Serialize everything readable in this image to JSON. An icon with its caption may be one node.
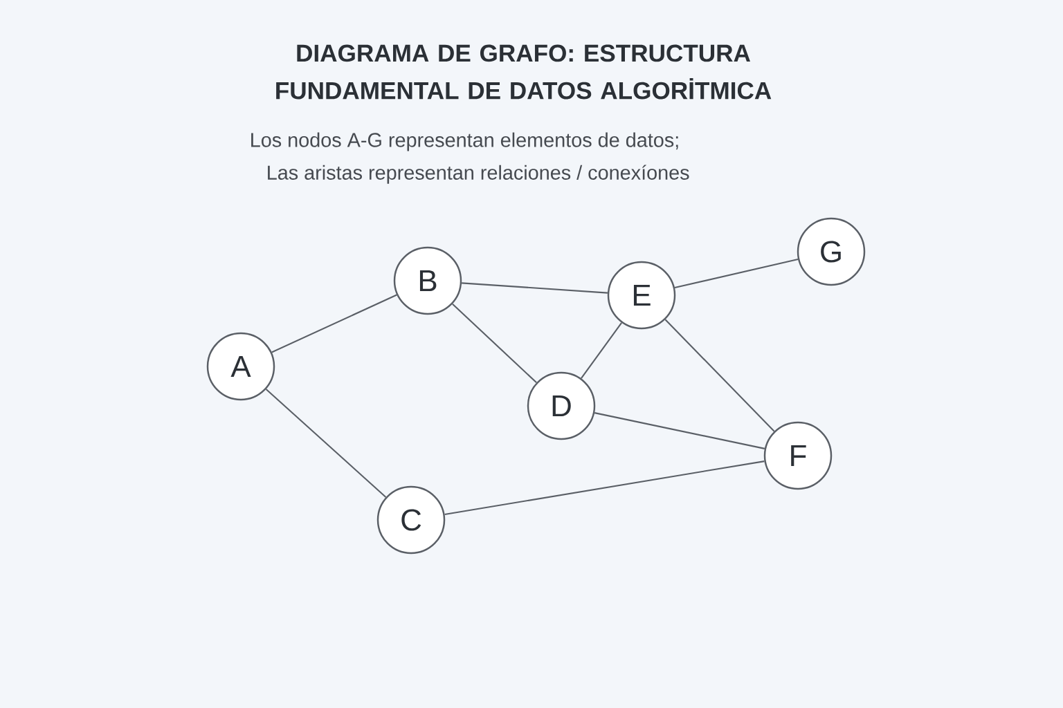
{
  "diagram": {
    "title": "DIAGRAMA DE GRAFO: ESTRUCTURA FUNDAMENTAL DE DATOS ALGORİTMICA",
    "nodes": [
      {
        "text": [
          "A"
        ]
      },
      {
        "text": [
          "B"
        ]
      },
      {
        "text": [
          "C"
        ]
      },
      {
        "text": [
          "D"
        ]
      },
      {
        "text": [
          "E"
        ]
      },
      {
        "text": [
          "F"
        ]
      },
      {
        "text": [
          "G"
        ]
      }
    ],
    "edges": [
      {
        "from": 0,
        "to": 1,
        "arrow": "none"
      },
      {
        "from": 0,
        "to": 2,
        "arrow": "none"
      },
      {
        "from": 1,
        "to": 4,
        "arrow": "none"
      },
      {
        "from": 1,
        "to": 3,
        "arrow": "none"
      },
      {
        "from": 3,
        "to": 4,
        "arrow": "none"
      },
      {
        "from": 4,
        "to": 6,
        "arrow": "none"
      },
      {
        "from": 4,
        "to": 5,
        "arrow": "none"
      },
      {
        "from": 3,
        "to": 5,
        "arrow": "none"
      },
      {
        "from": 2,
        "to": 5,
        "arrow": "none"
      }
    ],
    "labels": [
      "Los nodos A-G representan elementos de datos;",
      "Las aristas representan relaciones / conexíones"
    ]
  }
}
